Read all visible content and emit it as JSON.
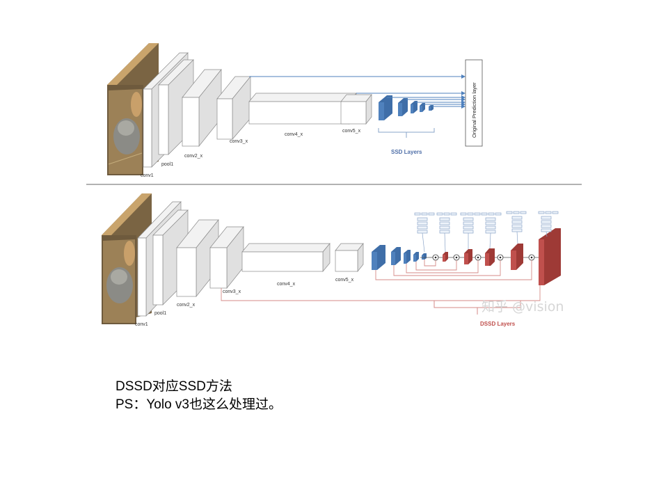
{
  "top_diagram": {
    "labels": {
      "conv1": "conv1",
      "pool1": "pool1",
      "conv2": "conv2_x",
      "conv3": "conv3_x",
      "conv4": "conv4_x",
      "conv5": "conv5_x"
    },
    "ssd_layers_label": "SSD Layers",
    "prediction_box_label": "Original Prediction layer"
  },
  "bottom_diagram": {
    "labels": {
      "conv1": "conv1",
      "pool1": "pool1",
      "conv2": "conv2_x",
      "conv3": "conv3_x",
      "conv4": "conv4_x",
      "conv5": "conv5_x"
    },
    "dssd_layers_label": "DSSD Layers"
  },
  "watermark": "知乎 @vision",
  "caption": {
    "line1": "DSSD对应SSD方法",
    "line2": "PS：Yolo v3也这么处理过。"
  },
  "colors": {
    "ssd_blue": "#4f81bd",
    "dssd_red": "#c0504d",
    "box_face": "#ffffff",
    "box_side": "#e6e6e6"
  }
}
